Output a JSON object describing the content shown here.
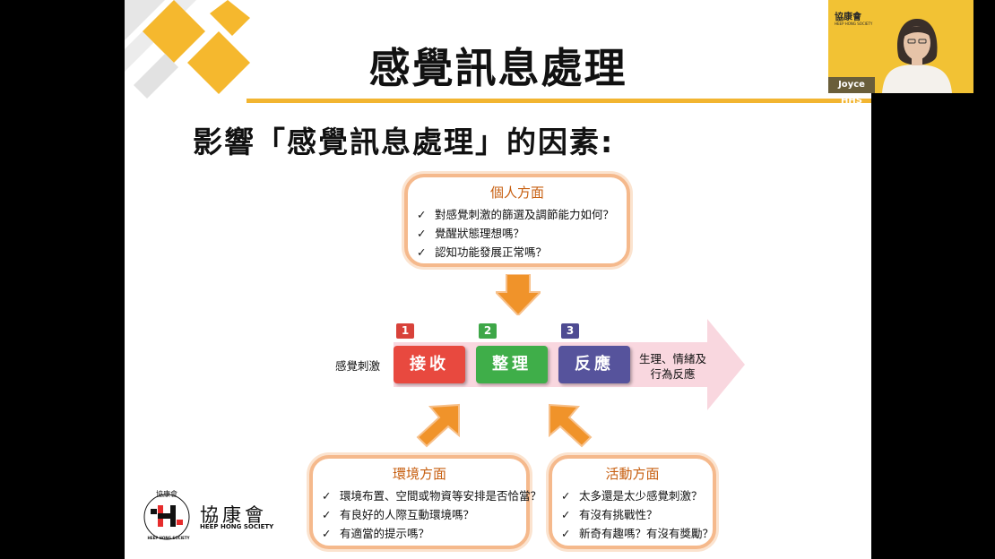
{
  "slide": {
    "title": "感覺訊息處理",
    "subtitle": "影響「感覺訊息處理」的因素:",
    "personal": {
      "heading": "個人方面",
      "items": [
        "對感覺刺激的篩選及調節能力如何？",
        "覺醒狀態理想嗎？",
        "認知功能發展正常嗎？"
      ]
    },
    "environment": {
      "heading": "環境方面",
      "items": [
        "環境布置、空間或物資等安排是否恰當？",
        "有良好的人際互動環境嗎？",
        "有適當的提示嗎？"
      ]
    },
    "activity": {
      "heading": "活動方面",
      "items": [
        "太多還是太少感覺刺激？",
        "有沒有挑戰性？",
        "新奇有趣嗎？有沒有獎勵？"
      ]
    },
    "check": "✓",
    "input_label": "感覺刺激",
    "output_label_line1": "生理、情緒及",
    "output_label_line2": "行為反應",
    "stages": [
      {
        "num": "1",
        "label": "接收",
        "color": "#e8493f"
      },
      {
        "num": "2",
        "label": "整理",
        "color": "#3fae49"
      },
      {
        "num": "3",
        "label": "反應",
        "color": "#56539c"
      }
    ],
    "logo": {
      "chinese_name": "協康會",
      "english_name": "HEEP HONG SOCIETY",
      "seal_top": "協康會",
      "seal_ring": "HEEP HONG SOCIETY"
    }
  },
  "video": {
    "participant_name": "Joyce HHS",
    "bg_org": "協康會",
    "bg_org_en": "HEEP HONG SOCIETY"
  },
  "colors": {
    "accent_yellow": "#f2b531",
    "box_border": "#f5b98c",
    "arrow_orange": "#f0932a",
    "heading_orange": "#c75f10"
  }
}
